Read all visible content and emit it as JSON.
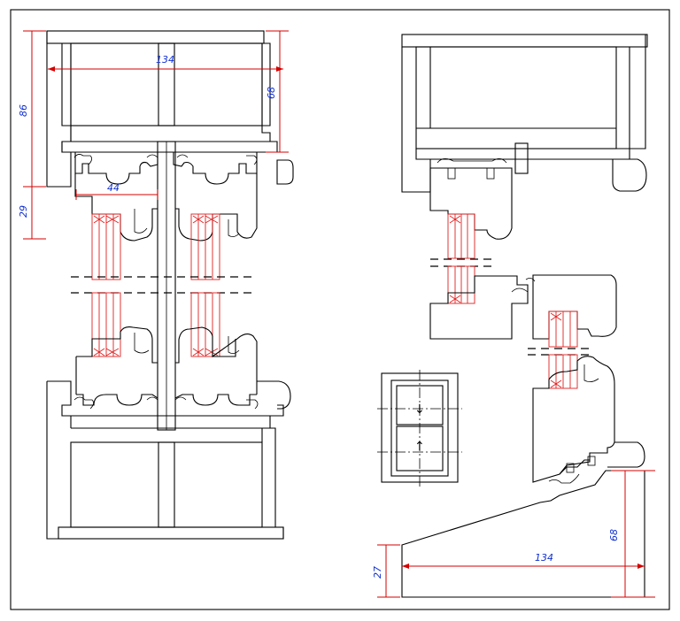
{
  "dimensions": {
    "left_width": "134",
    "left_frame_depth": "68",
    "left_total_height": "86",
    "left_lower_height": "29",
    "left_sash_width": "44",
    "sill_width": "134",
    "sill_height": "68",
    "sill_nose": "27"
  },
  "colors": {
    "line": "#000000",
    "dimension_line": "#d40000",
    "dimension_text": "#1030d0",
    "glazing": "#e02020"
  },
  "icons": {
    "arrow_down": "↓",
    "arrow_up": "↑"
  }
}
